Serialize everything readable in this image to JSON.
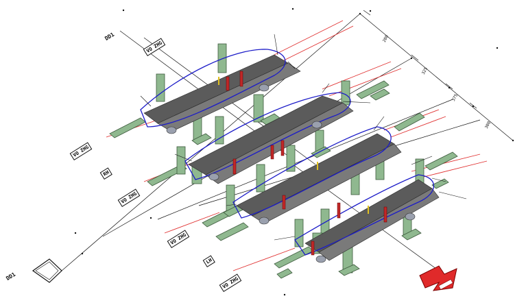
{
  "colors": {
    "fixture": "#8fb88f",
    "fixture_edge": "#3d5a3d",
    "panel": "#5b5b5b",
    "outline": "#1c1cc8",
    "locator": "#e03030",
    "wire": "#111111",
    "accent": "#e02a2a"
  },
  "labels": {
    "origin_top": "DD1",
    "origin_bottom": "DD1",
    "station_tags": [
      "VO ZHG",
      "VO ZHG",
      "VO ZHG",
      "VO ZHG",
      "VO ZHG"
    ],
    "block_tags": [
      "RH",
      "LH"
    ],
    "dims": [
      "200",
      "325",
      "375",
      "300"
    ]
  },
  "icons": [
    "arrow-marker-icon",
    "flow-direction-arrow-icon"
  ]
}
